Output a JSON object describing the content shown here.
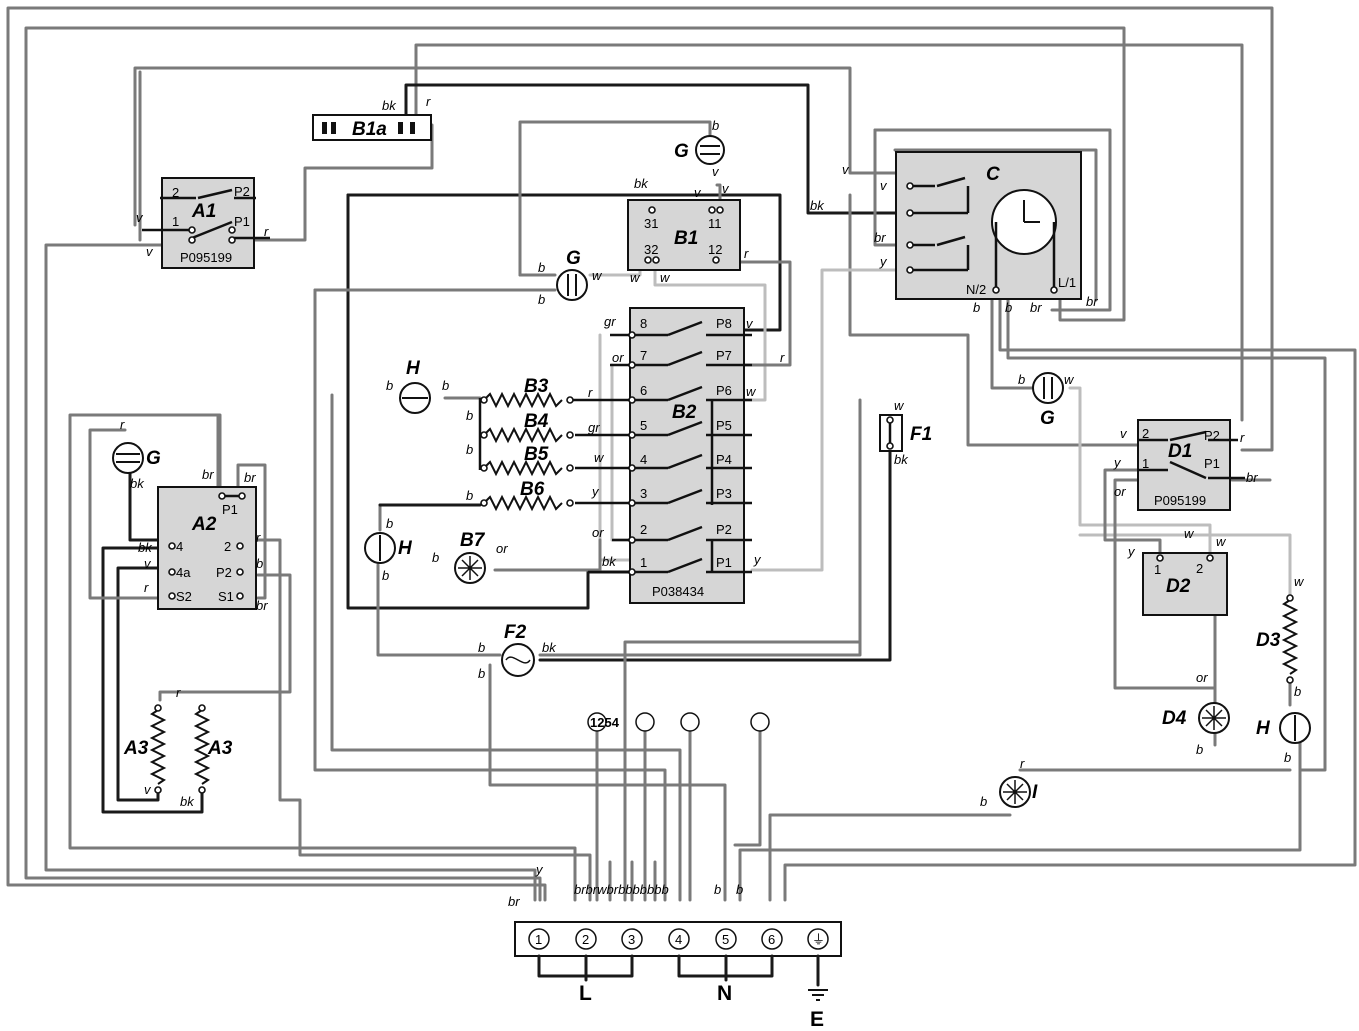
{
  "components": {
    "A1": {
      "label": "A1",
      "code": "P095199",
      "pins": [
        "2",
        "P2",
        "1",
        "P1"
      ]
    },
    "B1a": {
      "label": "B1a"
    },
    "B1": {
      "label": "B1",
      "pins": [
        "31",
        "11",
        "32",
        "12"
      ]
    },
    "C": {
      "label": "C",
      "pins": [
        "N/2",
        "L/1"
      ]
    },
    "B2": {
      "label": "B2",
      "code": "P038434",
      "pins_left": [
        "8",
        "7",
        "6",
        "5",
        "4",
        "3",
        "2",
        "1"
      ],
      "pins_right": [
        "P8",
        "P7",
        "P6",
        "P5",
        "P4",
        "P3",
        "P2",
        "P1"
      ]
    },
    "A2": {
      "label": "A2",
      "pins": [
        "P1",
        "4",
        "4a",
        "S2",
        "2",
        "P2",
        "S1"
      ]
    },
    "D1": {
      "label": "D1",
      "code": "P095199",
      "pins": [
        "2",
        "P2",
        "1",
        "P1"
      ]
    },
    "D2": {
      "label": "D2",
      "pins": [
        "1",
        "2"
      ]
    },
    "heaters": [
      "B3",
      "B4",
      "B5",
      "B6",
      "A3",
      "A3",
      "D3"
    ],
    "lamps": [
      "H",
      "H",
      "H"
    ],
    "motors": [
      "B7",
      "D4",
      "I"
    ],
    "neons": [
      "G",
      "G",
      "G",
      "G"
    ],
    "fuses": [
      "F1",
      "F2"
    ],
    "terminal_block": {
      "terminals": [
        "1",
        "2",
        "3",
        "4",
        "5",
        "6"
      ],
      "earth": "⏚",
      "groups": [
        "L",
        "N",
        "E"
      ]
    },
    "aux": {
      "code": "1254"
    }
  },
  "wire_labels": {
    "bk": "bk",
    "r": "r",
    "v": "v",
    "b": "b",
    "w": "w",
    "br": "br",
    "y": "y",
    "gr": "gr",
    "or": "or",
    "bundle": "brbrwbrbbbbbbb"
  }
}
